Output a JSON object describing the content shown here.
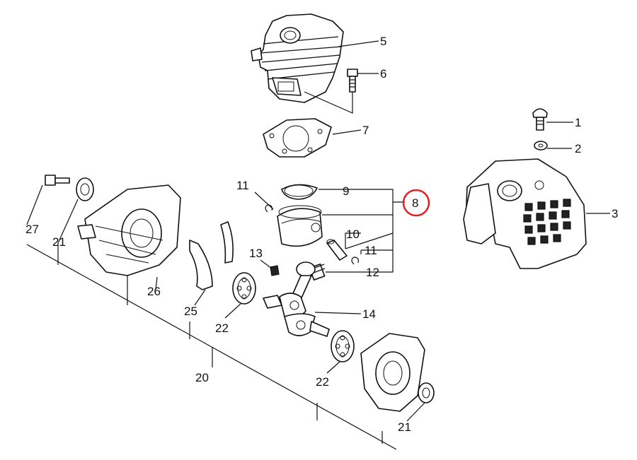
{
  "callouts": [
    {
      "id": "1",
      "label": "1"
    },
    {
      "id": "2",
      "label": "2"
    },
    {
      "id": "3",
      "label": "3"
    },
    {
      "id": "5",
      "label": "5"
    },
    {
      "id": "6",
      "label": "6"
    },
    {
      "id": "7",
      "label": "7"
    },
    {
      "id": "8",
      "label": "8"
    },
    {
      "id": "9",
      "label": "9"
    },
    {
      "id": "10",
      "label": "10"
    },
    {
      "id": "11a",
      "label": "11"
    },
    {
      "id": "11b",
      "label": "11"
    },
    {
      "id": "12",
      "label": "12"
    },
    {
      "id": "13",
      "label": "13"
    },
    {
      "id": "14",
      "label": "14"
    },
    {
      "id": "20",
      "label": "20"
    },
    {
      "id": "21a",
      "label": "21"
    },
    {
      "id": "21b",
      "label": "21"
    },
    {
      "id": "22a",
      "label": "22"
    },
    {
      "id": "22b",
      "label": "22"
    },
    {
      "id": "25",
      "label": "25"
    },
    {
      "id": "26",
      "label": "26"
    },
    {
      "id": "27",
      "label": "27"
    }
  ],
  "highlight": {
    "callout": "8",
    "color": "#e02020"
  },
  "colors": {
    "line": "#111111",
    "background": "#ffffff"
  }
}
